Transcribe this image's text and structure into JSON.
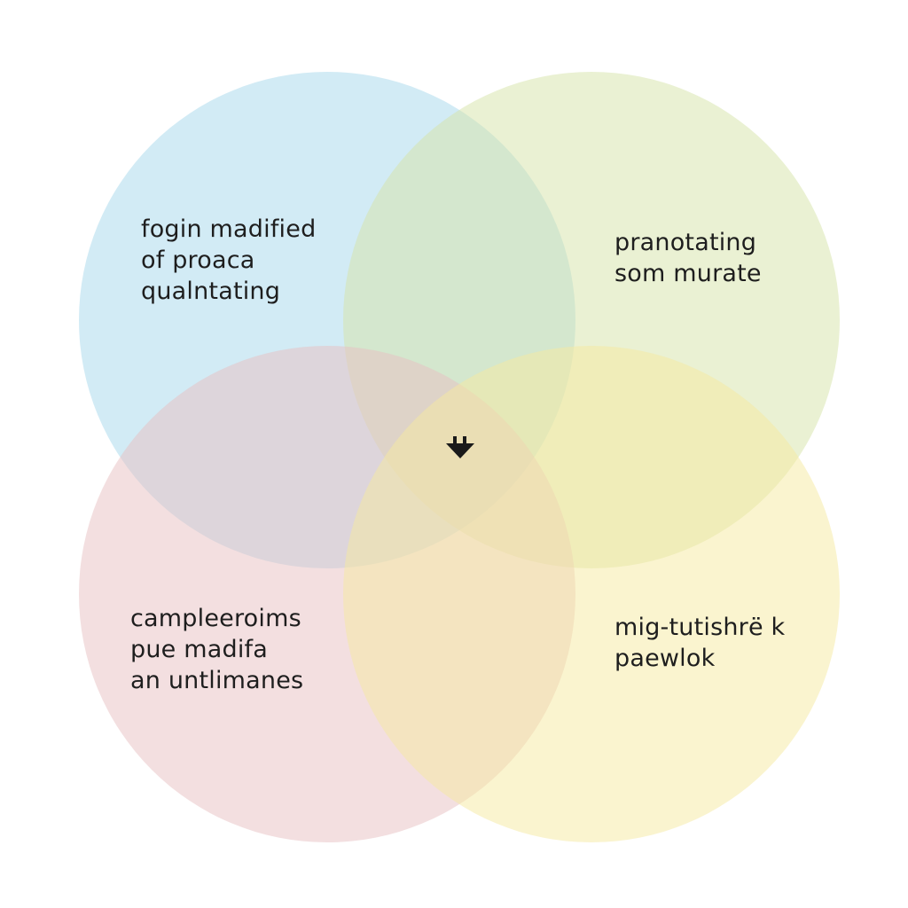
{
  "circles": [
    {
      "id": "top-left",
      "color": "#a6d8ec",
      "lines": [
        "fogin madified",
        "of proaca",
        "qualntating"
      ]
    },
    {
      "id": "top-right",
      "color": "#d6e4a8",
      "lines": [
        "pranotating",
        "som murate"
      ]
    },
    {
      "id": "bottom-left",
      "color": "#e8c0c2",
      "lines": [
        "campleeroims",
        "pue madifa",
        "an untlimanes"
      ]
    },
    {
      "id": "bottom-right",
      "color": "#f5e9a0",
      "lines": [
        "mig-tutishrё k",
        "paewlok"
      ]
    }
  ],
  "center_icon": "double-down-arrow-icon",
  "text_color": "#1e1e1e"
}
